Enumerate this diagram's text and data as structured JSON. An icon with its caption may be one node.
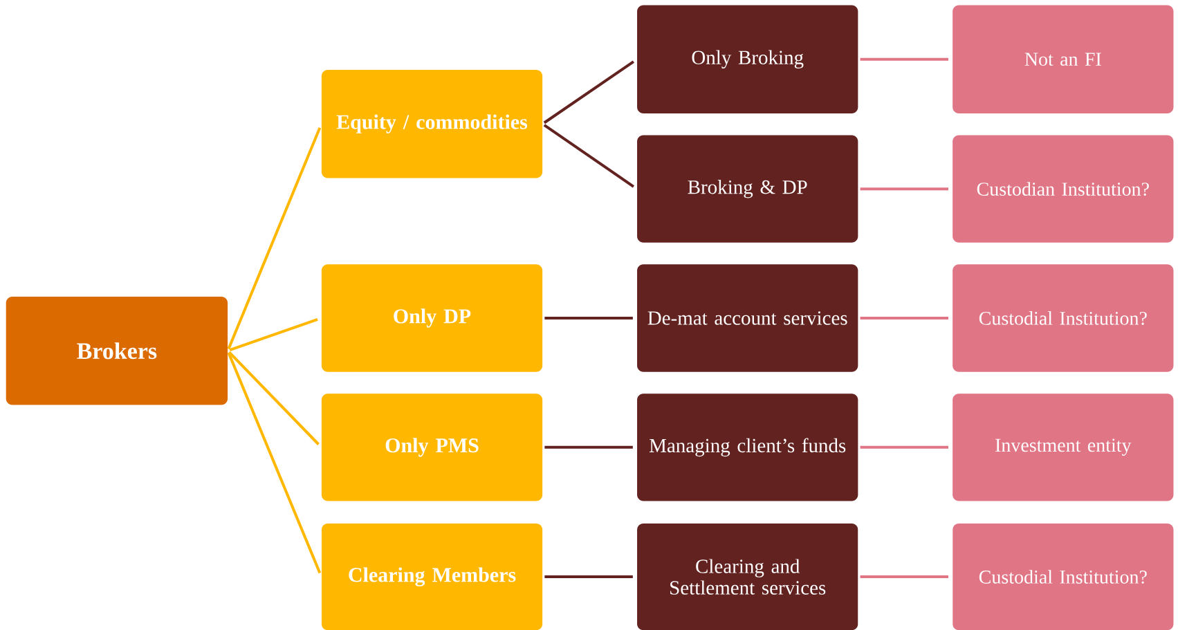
{
  "diagram": {
    "nodes": [
      {
        "text": [
          "Brokers"
        ]
      },
      {
        "text": [
          "Equity / commodities"
        ]
      },
      {
        "text": [
          "Only DP"
        ]
      },
      {
        "text": [
          "Only PMS"
        ]
      },
      {
        "text": [
          "Clearing Members"
        ]
      },
      {
        "text": [
          "Only Broking"
        ]
      },
      {
        "text": [
          "Broking & DP"
        ]
      },
      {
        "text": [
          "De-mat account services"
        ]
      },
      {
        "text": [
          "Managing client’s funds"
        ]
      },
      {
        "text": [
          "Clearing and Settlement services"
        ]
      },
      {
        "text": [
          "Not an FI"
        ]
      },
      {
        "text": [
          "Custodian Institution?"
        ]
      },
      {
        "text": [
          "Custodial Institution?"
        ]
      },
      {
        "text": [
          "Investment entity"
        ]
      },
      {
        "text": [
          "Custodial Institution?"
        ]
      }
    ],
    "edges": [
      {
        "from": 0,
        "to": 1,
        "arrow": "none",
        "color": "#ffb700"
      },
      {
        "from": 0,
        "to": 2,
        "arrow": "none",
        "color": "#ffb700"
      },
      {
        "from": 0,
        "to": 3,
        "arrow": "none",
        "color": "#ffb700"
      },
      {
        "from": 0,
        "to": 4,
        "arrow": "none",
        "color": "#ffb700"
      },
      {
        "from": 1,
        "to": 5,
        "arrow": "none",
        "color": "#612220"
      },
      {
        "from": 1,
        "to": 6,
        "arrow": "none",
        "color": "#612220"
      },
      {
        "from": 2,
        "to": 7,
        "arrow": "none",
        "color": "#612220"
      },
      {
        "from": 3,
        "to": 8,
        "arrow": "none",
        "color": "#612220"
      },
      {
        "from": 4,
        "to": 9,
        "arrow": "none",
        "color": "#612220"
      },
      {
        "from": 5,
        "to": 10,
        "arrow": "none",
        "color": "#e07585"
      },
      {
        "from": 6,
        "to": 11,
        "arrow": "none",
        "color": "#e07585"
      },
      {
        "from": 7,
        "to": 12,
        "arrow": "none",
        "color": "#e07585"
      },
      {
        "from": 8,
        "to": 13,
        "arrow": "none",
        "color": "#e07585"
      },
      {
        "from": 9,
        "to": 14,
        "arrow": "none",
        "color": "#e07585"
      }
    ]
  }
}
